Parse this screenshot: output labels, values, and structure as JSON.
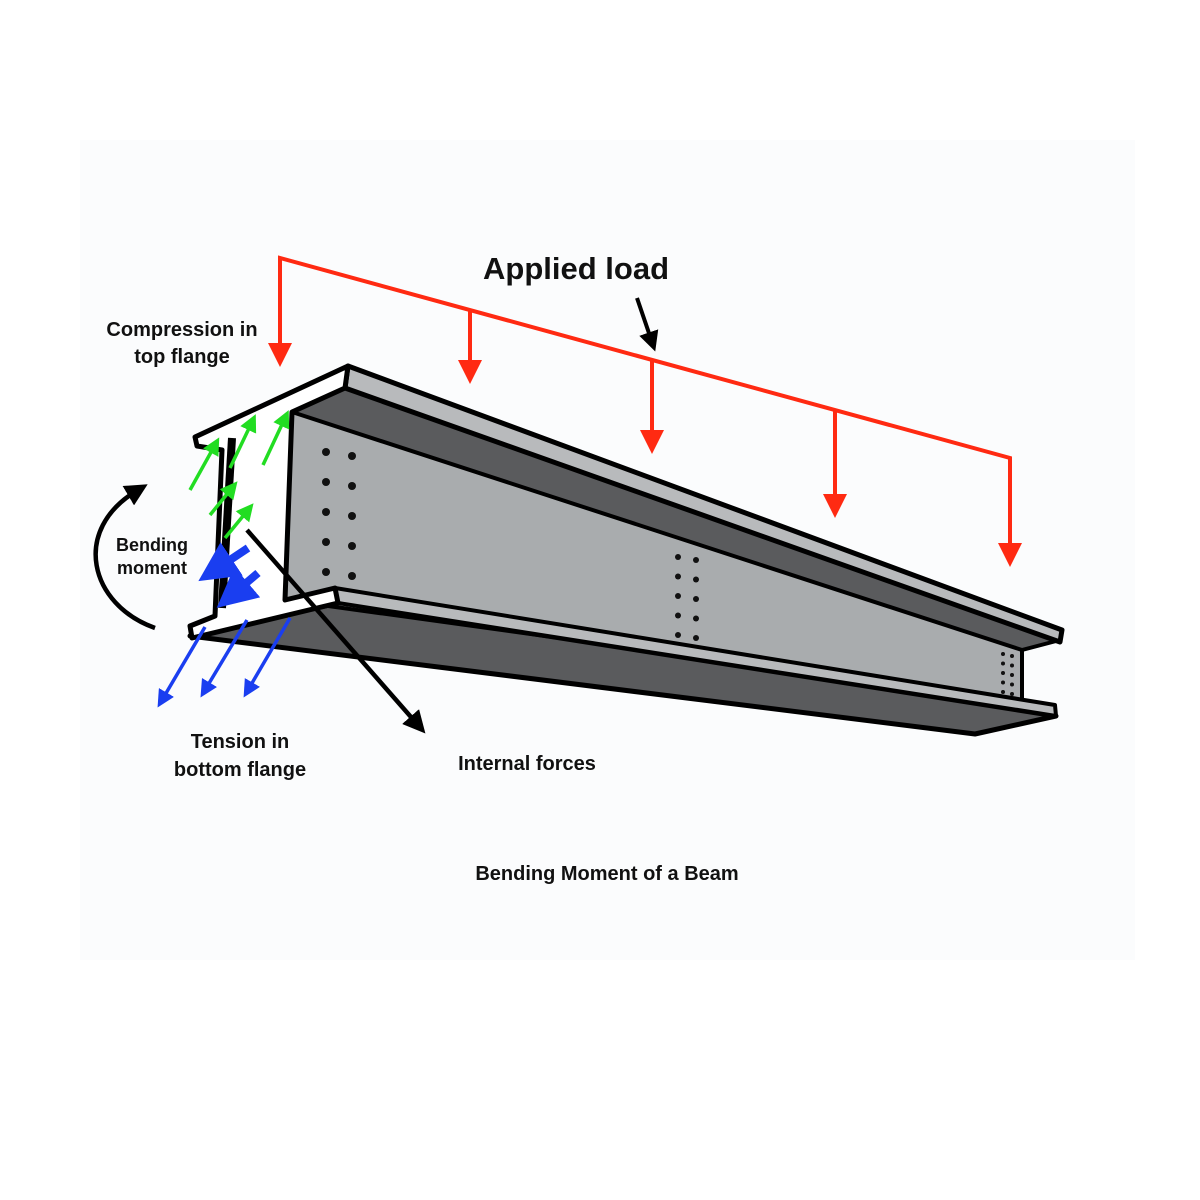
{
  "labels": {
    "applied_load": "Applied load",
    "compression_line1": "Compression in",
    "compression_line2": "top flange",
    "bending_line1": "Bending",
    "bending_line2": "moment",
    "tension_line1": "Tension in",
    "tension_line2": "bottom flange",
    "internal_forces": "Internal forces",
    "caption": "Bending Moment of a Beam"
  },
  "colors": {
    "load": "#ff2a12",
    "compression": "#22dd22",
    "tension": "#1a3ef0",
    "web": "#a9acae",
    "flange_dark": "#5a5b5d",
    "flange_light": "#b8babc"
  }
}
